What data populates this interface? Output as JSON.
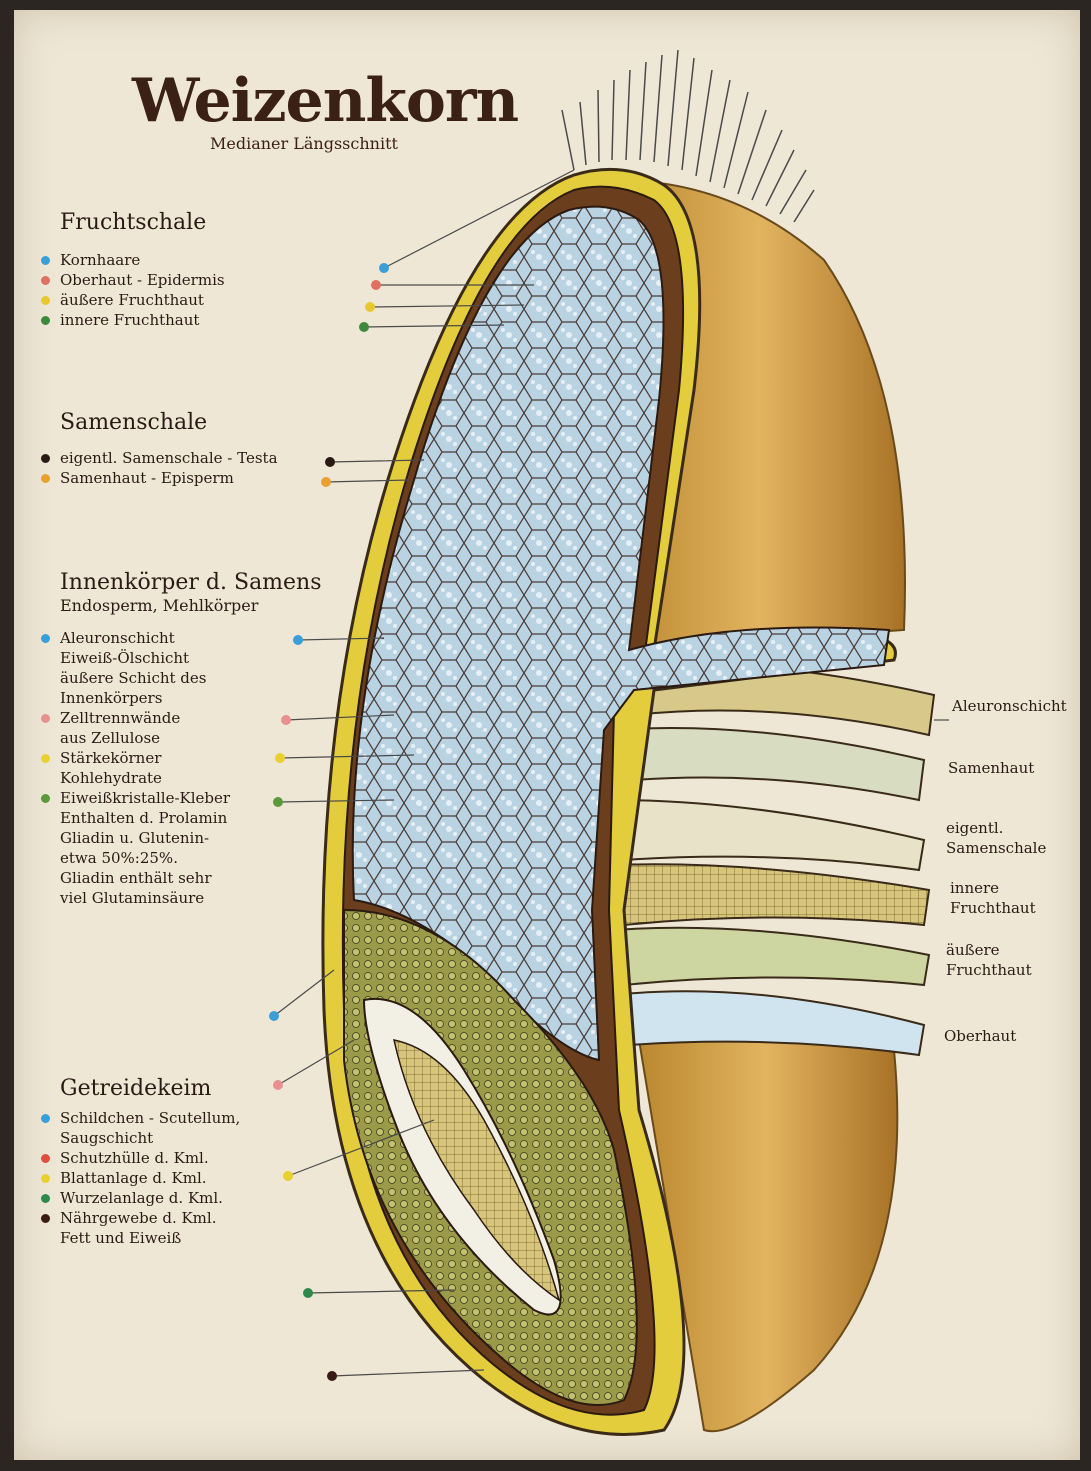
{
  "title": "Weizenkorn",
  "subtitle": "Medianer Längsschnitt",
  "sections": {
    "fruchtschale": {
      "heading": "Fruchtschale",
      "items": [
        {
          "label": "Kornhaare",
          "color": "#3a9fd6"
        },
        {
          "label": "Oberhaut - Epidermis",
          "color": "#e07060"
        },
        {
          "label": "äußere Fruchthaut",
          "color": "#e8c830"
        },
        {
          "label": "innere Fruchthaut",
          "color": "#3f8a3a"
        }
      ]
    },
    "samenschale": {
      "heading": "Samenschale",
      "items": [
        {
          "label": "eigentl. Samenschale - Testa",
          "color": "#2a1a14"
        },
        {
          "label": "Samenhaut - Episperm",
          "color": "#e8a030"
        }
      ]
    },
    "innenkoerper": {
      "heading": "Innenkörper d. Samens",
      "subheading": "Endosperm, Mehlkörper",
      "items": [
        {
          "label": "Aleuronschicht\nEiweiß-Ölschicht\näußere Schicht des\nInnenkörpers",
          "color": "#3a9fd6"
        },
        {
          "label": "Zelltrennwände\naus Zellulose",
          "color": "#e89090"
        },
        {
          "label": "Stärkekörner\nKohlehydrate",
          "color": "#e8d030"
        },
        {
          "label": "Eiweißkristalle-Kleber\nEnthalten d. Prolamin\nGliadin u. Glutenin-\netwa 50%:25%.\nGliadin enthält sehr\nviel Glutaminsäure",
          "color": "#5a9a3a"
        }
      ]
    },
    "getreidekeim": {
      "heading": "Getreidekeim",
      "items": [
        {
          "label": "Schildchen - Scutellum,\nSaugschicht",
          "color": "#3a9fd6"
        },
        {
          "label": "Schutzhülle d. Kml.",
          "color": "#e05040"
        },
        {
          "label": "Blattanlage d. Kml.",
          "color": "#e8d030"
        },
        {
          "label": "Wurzelanlage d. Kml.",
          "color": "#2e8a4a"
        },
        {
          "label": "Nährgewebe d. Kml.\nFett und Eiweiß",
          "color": "#3a1a14"
        }
      ]
    }
  },
  "layer_labels": [
    "Aleuronschicht",
    "Samenhaut",
    "eigentl.\nSamenschale",
    "innere\nFruchthaut",
    "äußere\nFruchthaut",
    "Oberhaut"
  ]
}
